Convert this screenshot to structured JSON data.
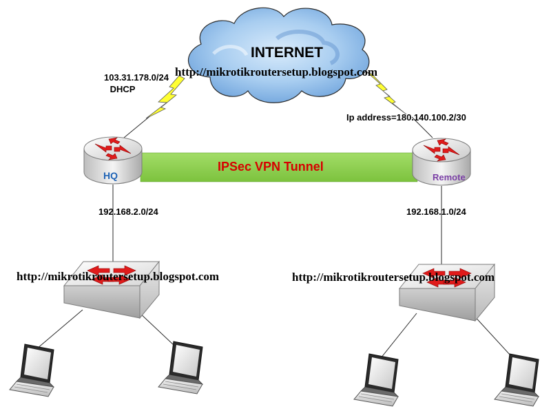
{
  "cloud": {
    "label": "INTERNET"
  },
  "hq": {
    "router_label": "HQ",
    "wan_subnet": "103.31.178.0/24",
    "wan_mode": "DHCP",
    "lan_subnet": "192.168.2.0/24"
  },
  "remote": {
    "router_label": "Remote",
    "wan_ip": "Ip address=180.140.100.2/30",
    "lan_subnet": "192.168.1.0/24"
  },
  "tunnel": {
    "label": "IPSec VPN Tunnel"
  },
  "watermarks": [
    "http://mikrotikroutersetup.blogspot.com",
    "http://mikrotikroutersetup.blogspot.com",
    "http://mikrotikroutersetup.blogspot.com"
  ],
  "colors": {
    "tunnel": "#8fd14f",
    "hq_label": "#1f63b5",
    "remote_label": "#7a3fa5",
    "arrow": "#e01b1b",
    "bolt": "#ffff33",
    "cloud": "#7fb2e6"
  }
}
